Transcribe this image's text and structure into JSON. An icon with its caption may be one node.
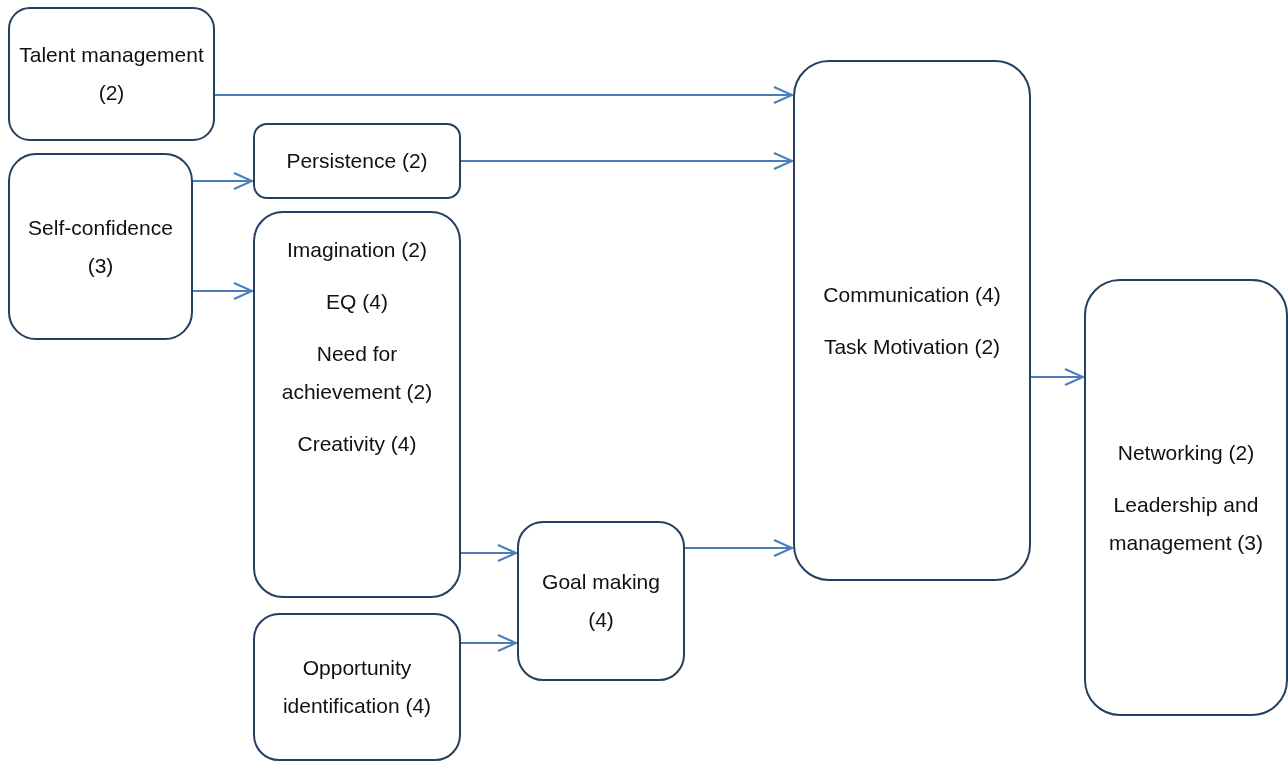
{
  "diagram": {
    "nodes": [
      {
        "text": [
          "Talent management (2)"
        ]
      },
      {
        "text": [
          "Persistence (2)"
        ]
      },
      {
        "text": [
          "Self-confidence (3)"
        ]
      },
      {
        "text": [
          "Imagination (2)",
          "EQ (4)",
          "Need for achievement (2)",
          "Creativity (4)"
        ]
      },
      {
        "text": [
          "Opportunity identification (4)"
        ]
      },
      {
        "text": [
          "Goal making (4)"
        ]
      },
      {
        "text": [
          "Communication (4)",
          "Task Motivation (2)"
        ]
      },
      {
        "text": [
          "Networking (2)",
          "Leadership and management (3)"
        ]
      }
    ],
    "edges": [
      {
        "from": 0,
        "to": 6,
        "arrow": "to"
      },
      {
        "from": 1,
        "to": 6,
        "arrow": "to"
      },
      {
        "from": 2,
        "to": 1,
        "arrow": "to"
      },
      {
        "from": 2,
        "to": 3,
        "arrow": "to"
      },
      {
        "from": 3,
        "to": 5,
        "arrow": "to"
      },
      {
        "from": 4,
        "to": 5,
        "arrow": "to"
      },
      {
        "from": 5,
        "to": 6,
        "arrow": "to"
      },
      {
        "from": 6,
        "to": 7,
        "arrow": "to"
      }
    ]
  }
}
